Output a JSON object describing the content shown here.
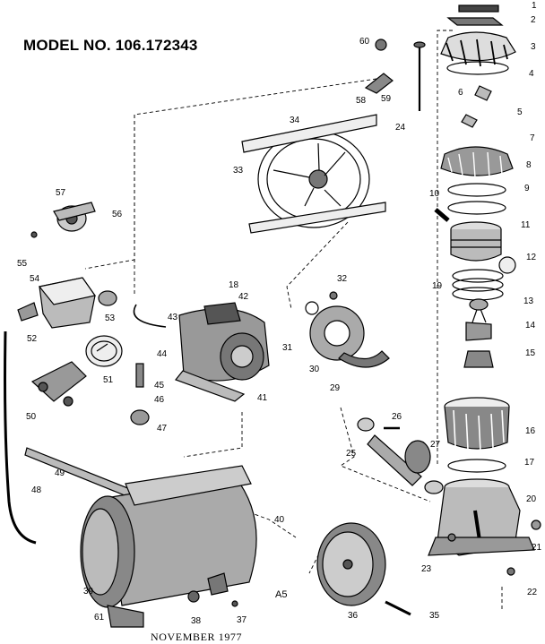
{
  "header": {
    "model_label": "MODEL NO. 106.172343"
  },
  "footer": {
    "date": "NOVEMBER 1977"
  },
  "figure_tag": "A5",
  "callouts": [
    "1",
    "2",
    "3",
    "4",
    "5",
    "6",
    "7",
    "8",
    "9",
    "10",
    "11",
    "12",
    "13",
    "14",
    "15",
    "16",
    "17",
    "18",
    "19",
    "20",
    "21",
    "22",
    "23",
    "24",
    "25",
    "26",
    "27",
    "29",
    "30",
    "31",
    "32",
    "33",
    "34",
    "35",
    "36",
    "37",
    "38",
    "39",
    "40",
    "41",
    "42",
    "43",
    "44",
    "45",
    "46",
    "47",
    "48",
    "49",
    "50",
    "51",
    "52",
    "53",
    "54",
    "55",
    "56",
    "57",
    "58",
    "59",
    "60",
    "61"
  ]
}
